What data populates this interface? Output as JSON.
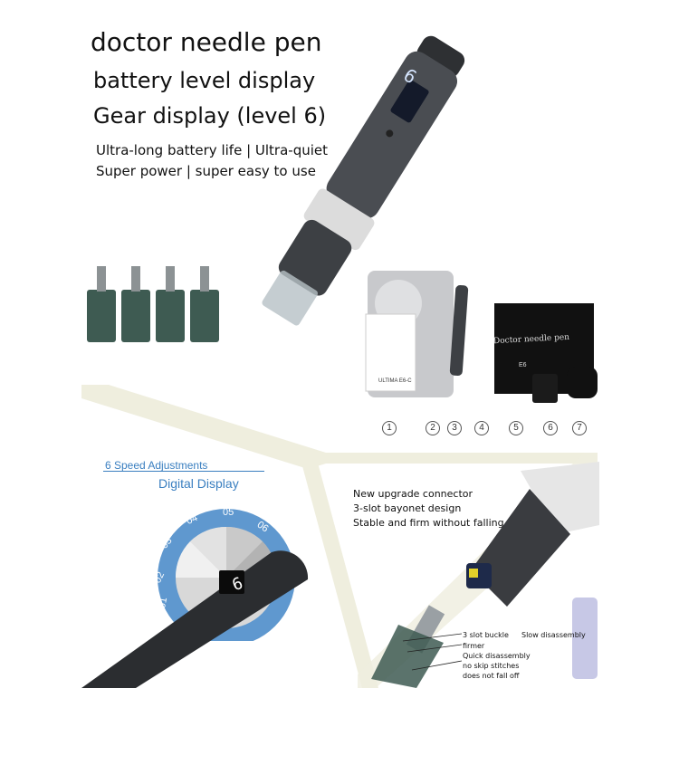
{
  "header": {
    "title": "doctor needle pen",
    "line2": "battery level display",
    "line3": "Gear display (level 6)",
    "feature1": "Ultra-long battery life | Ultra-quiet",
    "feature2": "Super power | super easy to use"
  },
  "pen_display": "6",
  "package": {
    "numbers": [
      "1",
      "2",
      "3",
      "4",
      "5",
      "6",
      "7"
    ],
    "brand": "Doctor needle pen",
    "box_label": "ULTIMA E6-C",
    "model": "E6"
  },
  "speed": {
    "title": "6 Speed Adjustments",
    "subtitle": "Digital Display",
    "levels": [
      "01",
      "02",
      "03",
      "04",
      "05",
      "06"
    ],
    "display_value": "6"
  },
  "connector": {
    "lines": [
      "New upgrade connector",
      "3-slot bayonet design",
      "Stable and firm without falling off"
    ],
    "callouts": [
      "3 slot buckle",
      "firmer",
      "Quick disassembly",
      "no skip stitches",
      "does not fall off"
    ],
    "slow_label": "Slow disassembly"
  },
  "colors": {
    "accent_blue": "#3a7fc0",
    "pen_body": "#3d4044",
    "cartridge_green": "#3e5b52",
    "band": "#efeede"
  }
}
